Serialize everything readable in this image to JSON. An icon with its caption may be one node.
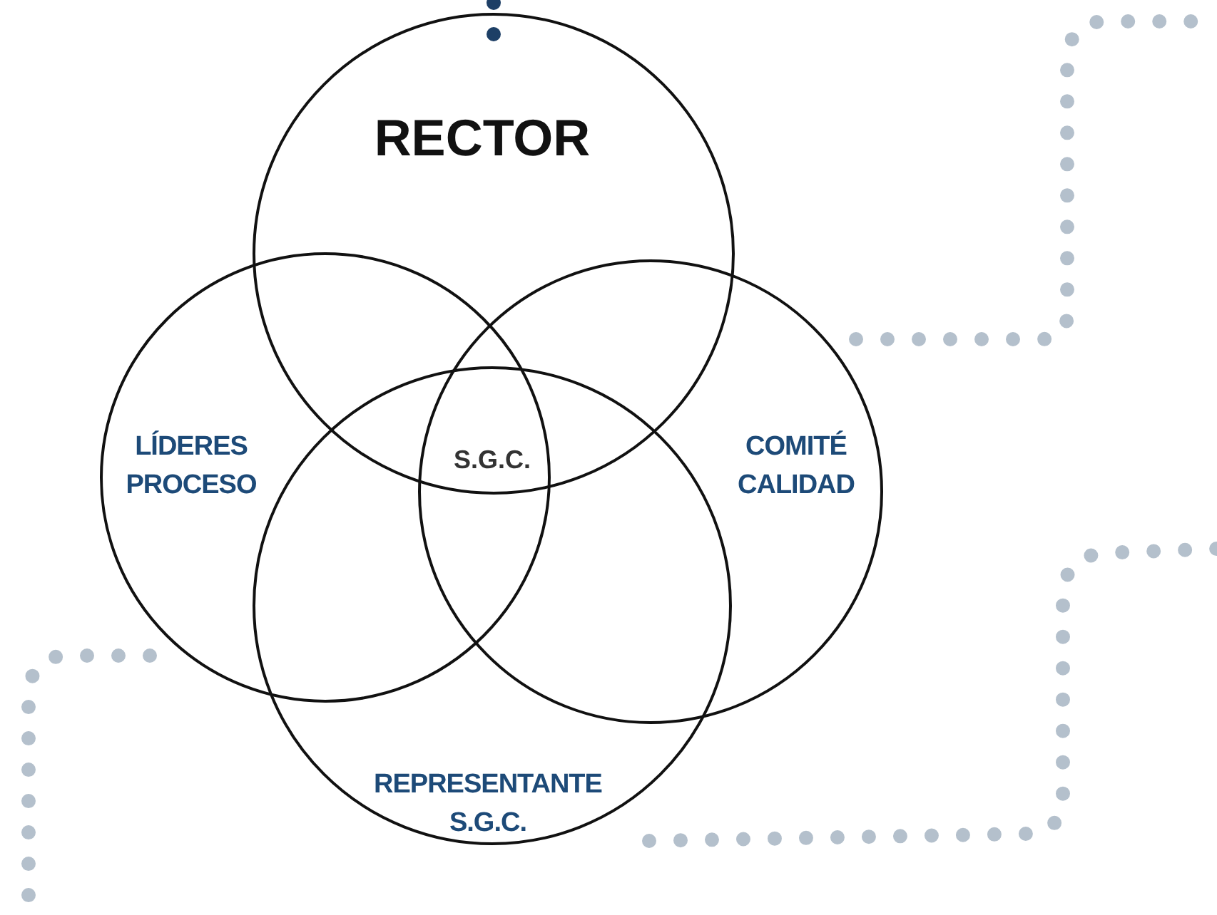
{
  "diagram": {
    "nodes": [
      {
        "text": [
          "RECTOR"
        ]
      },
      {
        "text": [
          "LÍDERES PROCESO"
        ]
      },
      {
        "text": [
          "COMITÉ CALIDAD"
        ]
      },
      {
        "text": [
          "REPRESENTANTE S.G.C."
        ]
      }
    ],
    "labels": [
      "S.G.C."
    ]
  }
}
